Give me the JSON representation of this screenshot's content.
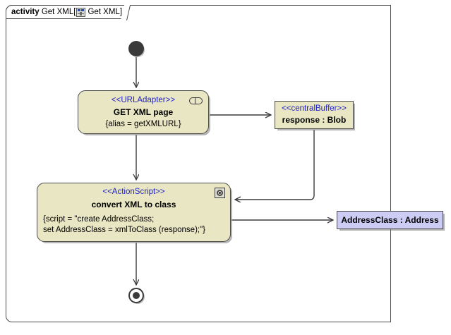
{
  "frame": {
    "keyword": "activity",
    "name": "Get XML",
    "bracket_open": "[",
    "icon": "activity-icon",
    "inner_name": "Get XML",
    "bracket_close": "]"
  },
  "nodes": {
    "initial": {
      "name": "initial-node"
    },
    "final": {
      "name": "activity-final-node"
    },
    "get_xml": {
      "stereotype": "<<URLAdapter>>",
      "name": "GET XML page",
      "body": "{alias = getXMLURL}",
      "icon": "pin-icon",
      "fill": "#e8e6c3"
    },
    "buffer": {
      "stereotype": "<<centralBuffer>>",
      "name": "response : Blob",
      "fill": "#e8e6c3"
    },
    "convert": {
      "stereotype": "<<ActionScript>>",
      "name": "convert XML to class",
      "body": "{script = \"create AddressClass;\nset AddressClass = xmlToClass (response);\"}",
      "icon": "gear-icon",
      "fill": "#e8e6c3"
    },
    "address": {
      "name": "AddressClass : Address",
      "fill": "#ccccf5"
    }
  },
  "colors": {
    "node_fill": "#e8e6c3",
    "object_fill": "#ccccf5",
    "stereotype_text": "#2222cc",
    "line": "#4a4a4a",
    "background": "#ffffff"
  }
}
